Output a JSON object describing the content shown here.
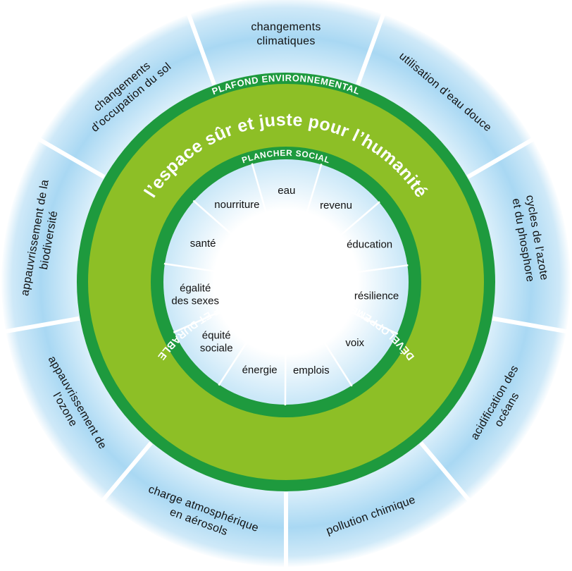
{
  "outer_sectors": [
    {
      "lines": [
        "changements",
        "climatiques"
      ]
    },
    {
      "lines": [
        "utilisation d’eau douce"
      ]
    },
    {
      "lines": [
        "cycles de l’azote",
        "et du phosphore"
      ]
    },
    {
      "lines": [
        "acidification des",
        "océans"
      ]
    },
    {
      "lines": [
        "pollution chimique"
      ]
    },
    {
      "lines": [
        "charge atmosphérique",
        "en aérosols"
      ]
    },
    {
      "lines": [
        "appauvrissement de",
        "l’ozone"
      ]
    },
    {
      "lines": [
        "appauvrissement de la",
        "biodiversité"
      ]
    },
    {
      "lines": [
        "changements",
        "d’occupation du sol"
      ]
    }
  ],
  "environmental_ceiling": "PLAFOND ENVIRONNEMENTAL",
  "safe_space": "l’espace sûr et juste pour l’humanité",
  "development": "DÉVELOPPEMENT ÉCONOMIQUE INCLUSIF ET DURABLE",
  "social_floor": "PLANCHER SOCIAL",
  "inner_sectors": [
    {
      "lines": [
        "eau"
      ]
    },
    {
      "lines": [
        "revenu"
      ]
    },
    {
      "lines": [
        "éducation"
      ]
    },
    {
      "lines": [
        "résilience"
      ]
    },
    {
      "lines": [
        "voix"
      ]
    },
    {
      "lines": [
        "emplois"
      ]
    },
    {
      "lines": [
        "énergie"
      ]
    },
    {
      "lines": [
        "équité",
        "sociale"
      ]
    },
    {
      "lines": [
        "égalité",
        "des sexes"
      ]
    },
    {
      "lines": [
        "santé"
      ]
    },
    {
      "lines": [
        "nourriture"
      ]
    }
  ],
  "colors": {
    "dark_green": "#1e9a3e",
    "light_green": "#8dbf26",
    "sky_edge": "#bfe3f7",
    "sky_center": "#ffffff",
    "divider": "#ffffff"
  }
}
